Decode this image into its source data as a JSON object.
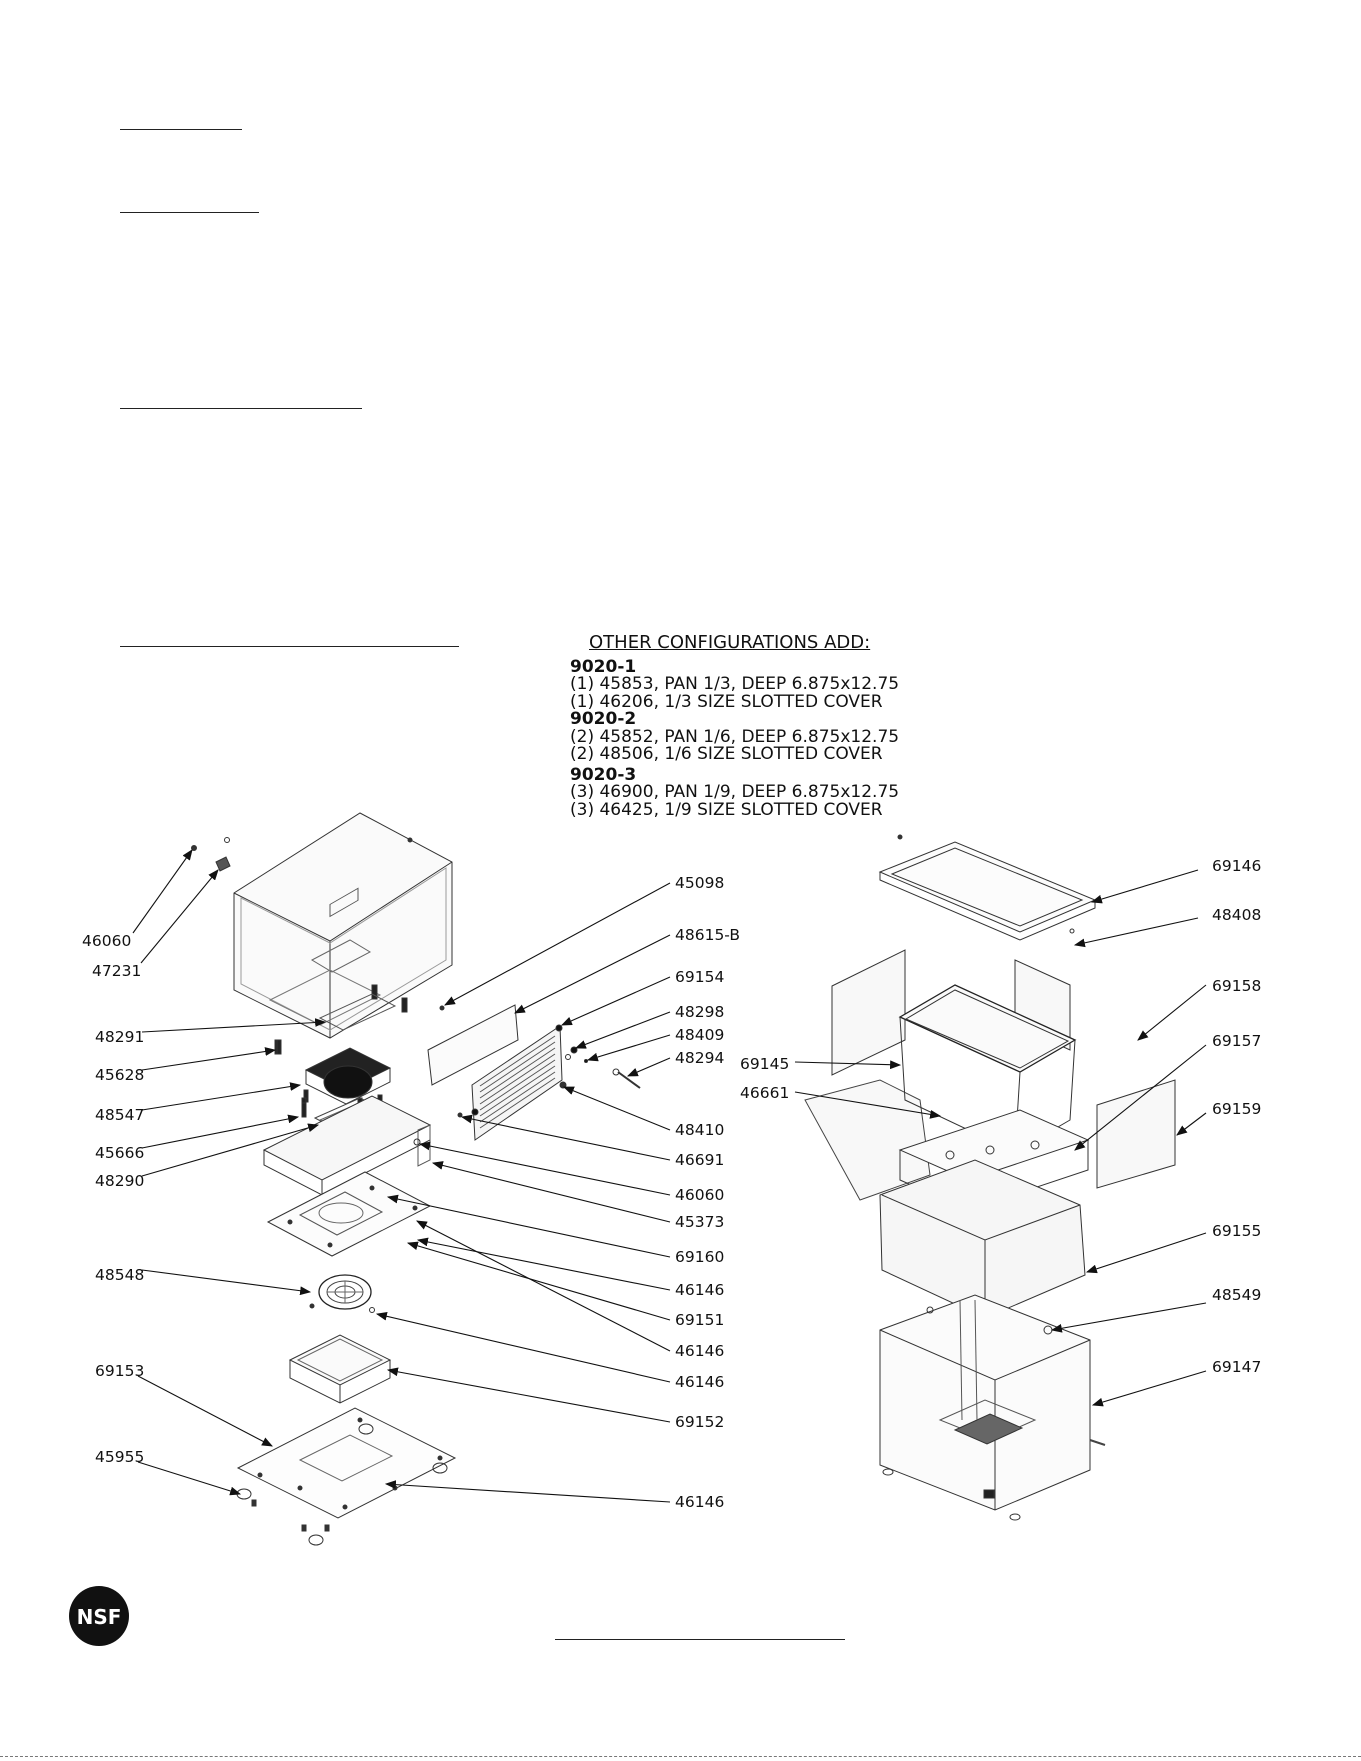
{
  "other_configurations": {
    "heading": "OTHER CONFIGURATIONS ADD:",
    "groups": [
      {
        "model": "9020-1",
        "lines": [
          "(1) 45853, PAN 1/3, DEEP 6.875x12.75",
          "(1) 46206, 1/3 SIZE SLOTTED COVER"
        ]
      },
      {
        "model": "9020-2",
        "lines": [
          "(2) 45852, PAN 1/6, DEEP 6.875x12.75",
          "(2) 48506, 1/6 SIZE SLOTTED COVER"
        ]
      },
      {
        "model": "9020-3",
        "lines": [
          "(3) 46900, PAN 1/9, DEEP 6.875x12.75",
          "(3) 46425, 1/9 SIZE SLOTTED COVER"
        ]
      }
    ]
  },
  "left_assembly_callouts": [
    "46060",
    "47231",
    "48291",
    "45628",
    "48547",
    "45666",
    "48290",
    "48548",
    "69153",
    "45955"
  ],
  "middle_callouts": [
    "45098",
    "48615-B",
    "69154",
    "48298",
    "48409",
    "48294",
    "48410",
    "46691",
    "46060",
    "45373",
    "69160",
    "46146",
    "69151",
    "46146",
    "46146",
    "69152",
    "46146"
  ],
  "right_assembly_callouts": [
    "69146",
    "48408",
    "69158",
    "69157",
    "69145",
    "46661",
    "69159",
    "69155",
    "48549",
    "69147"
  ],
  "logo": {
    "text": "NSF",
    "name": "nsf-certification-logo"
  },
  "colors": {
    "ink": "#111111",
    "line": "#333333",
    "paper": "#ffffff"
  }
}
